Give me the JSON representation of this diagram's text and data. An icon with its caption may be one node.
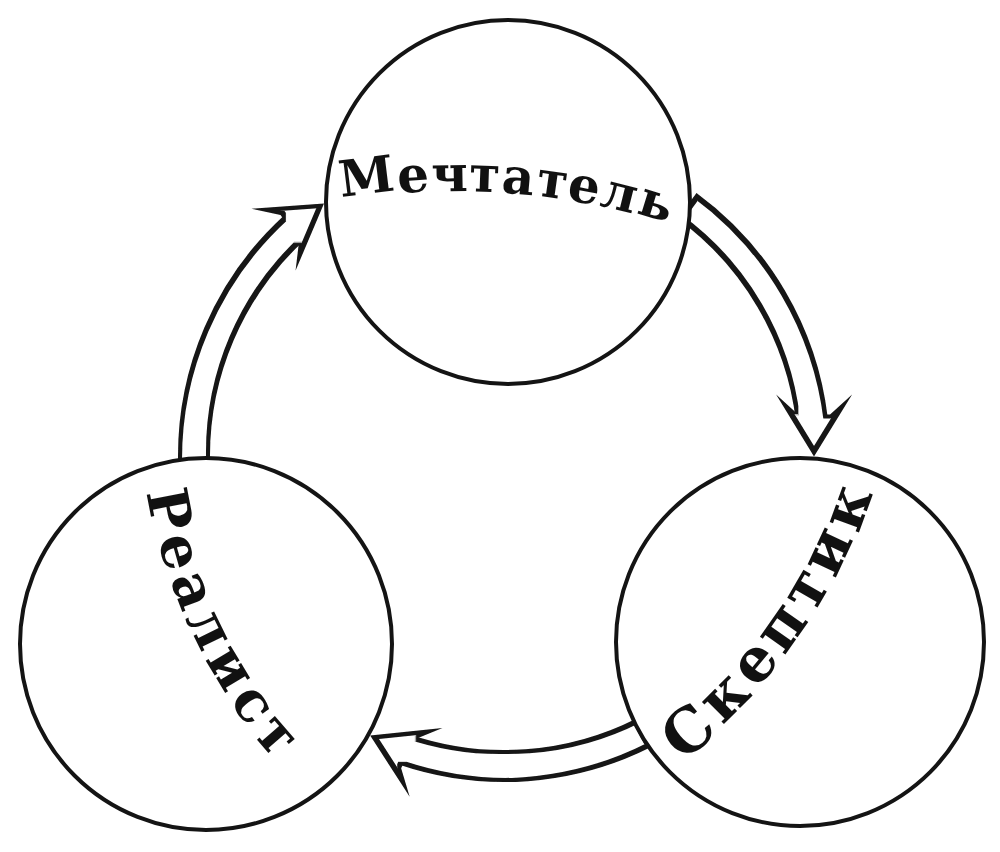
{
  "diagram": {
    "nodes": [
      {
        "text": [
          "Мечтатель"
        ]
      },
      {
        "text": [
          "Скептик"
        ]
      },
      {
        "text": [
          "Реалист"
        ]
      }
    ],
    "edges": [
      {
        "from": 0,
        "to": 1,
        "arrow": "to"
      },
      {
        "from": 1,
        "to": 2,
        "arrow": "to"
      },
      {
        "from": 2,
        "to": 0,
        "arrow": "to"
      }
    ]
  }
}
